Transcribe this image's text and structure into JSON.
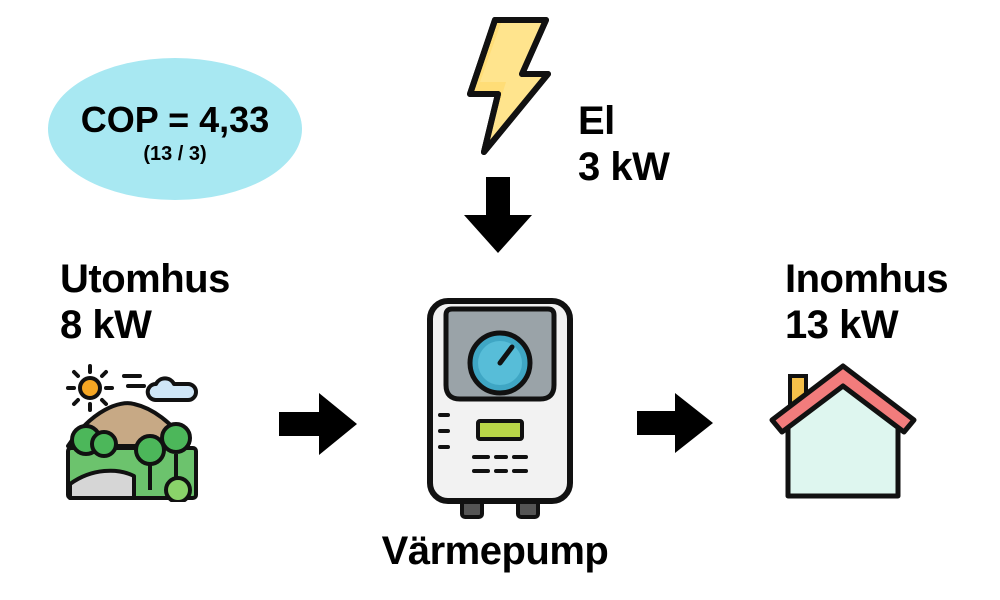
{
  "cop": {
    "value": "COP = 4,33",
    "formula": "(13 / 3)"
  },
  "electricity": {
    "label": "El",
    "value": "3 kW"
  },
  "outdoor": {
    "label": "Utomhus",
    "value": "8 kW"
  },
  "indoor": {
    "label": "Inomhus",
    "value": "13 kW"
  },
  "pump": {
    "label": "Värmepump"
  },
  "colors": {
    "cop_bubble": "#a8e8f2",
    "lightning": "#ffdd77",
    "dial": "#3fa6c4",
    "display": "#b9d648",
    "roof": "#f27c7c",
    "house_wall": "#def6ef",
    "hill": "#c7a985",
    "tree": "#4cb75a",
    "sun": "#f5a623"
  }
}
